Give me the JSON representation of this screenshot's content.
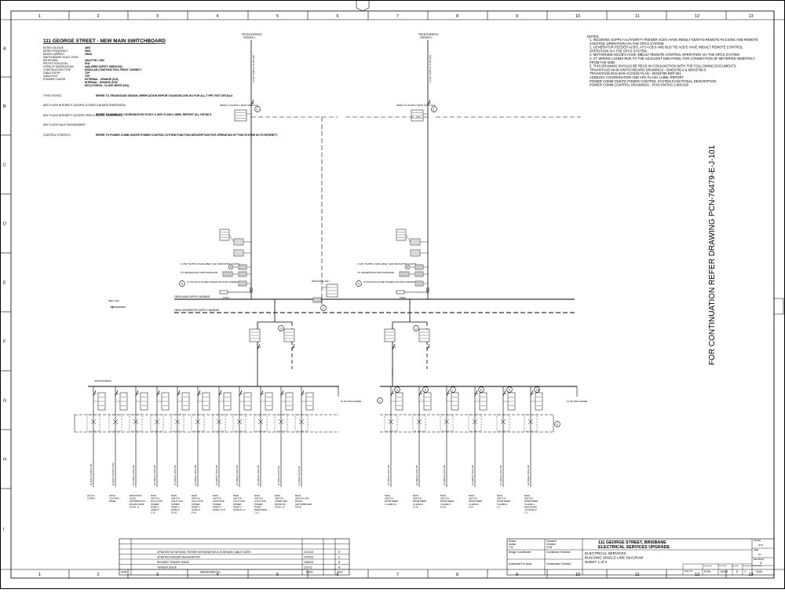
{
  "grid": {
    "columns": [
      "1",
      "2",
      "3",
      "4",
      "5",
      "6",
      "7",
      "8",
      "9",
      "10",
      "11",
      "12",
      "13"
    ],
    "rows": [
      "A",
      "B",
      "C",
      "D",
      "E",
      "F",
      "G",
      "H",
      "I"
    ]
  },
  "header": {
    "title": "111 GEORGE STREET - NEW MAIN SWITCHBOARD",
    "ratings": [
      {
        "label": "RATED VOLTAGE",
        "value": "400V"
      },
      {
        "label": "RATED FREQUENCY",
        "value": "50Hz"
      },
      {
        "label": "RATED CURRENT",
        "value": "2500A"
      },
      {
        "label": "SWITCHBOARD FAULT LEVEL",
        "value": ""
      },
      {
        "label": "WITHSTAND",
        "value": "40kA FOR 1 SEC"
      },
      {
        "label": "PROTECTION LEVEL",
        "value": "IP42"
      },
      {
        "label": "FORM OF SEGREGATION",
        "value": "4a4b (FIRE SAFETY SERVICES)"
      },
      {
        "label": "CONSTRUCTION TYPE",
        "value": "MODULAR CONSTRUCTION, FRONT CONNECT"
      },
      {
        "label": "CABLE ENTRY",
        "value": "TOP"
      },
      {
        "label": "CABLE EXIT",
        "value": "TOP"
      },
      {
        "label": "POWDER COATED",
        "value": "EXTERNAL - ORANGE (X15)"
      },
      {
        "label": "",
        "value": "INTERNAL - ORANGE (X15)"
      },
      {
        "label": "",
        "value": "ESCUTCHEON - GLOSS WHITE (N13)"
      }
    ],
    "type_tested_label": "TYPE TESTED",
    "type_tested_value": "REFER TO TRIVANTAGE DESIGN VERIFICATION REPORT 60403785-DVR-001 FOR ALL TYPE TEST DETAILS",
    "arc_closed_label": "ARC FLASH INTENSITY (DOORS CLOSED & BOARD ENERGISED)",
    "arc_open_label": "ARC FLASH INTENSITY (DOORS OPEN & BOARD ENERGISED)",
    "arc_value": "REFER TO ADDELEC COORDINATION STUDY & ARC FLASH LABEL REPORT ALL DETAILS",
    "arc_boundaries_label": "ARC FLASH FAULT BOUNDARIES",
    "control_label": "CONTROL STRATEGY",
    "control_value": "REFER TO POWER COMM ONSITE POWER CONTROL SYSTEM FUNCTION DESCRIPTION FOR OPERATION OF THIS SYSTEM IN ITS ENTIRETY"
  },
  "notes": {
    "title": "NOTES:",
    "items": [
      "1.   INCOMING SUPPLY AUTHORITY FEEDER ACB'S HAVE INBUILT KENTAN REMOTE RACKING AND REMOTE",
      "      CONTROL OPERATION VIA THE OPCS SYSTEM",
      "2.   GENERATOR FEEDER ACB'S, ATS ACB'S AND BUS TIE ACB'S HAVE INBUILT REMOTE CONTROL",
      "      OPERATION VIA THE OPCS SYSTEM",
      "3.   MOTORISED MCCB'S HAVE INBUILT REMOTE CONTROL OPERATION VIA THE OPCS SYSTEM",
      "4.   CT WIRING LOOMS RUN TO THE ADJACENT EMS PANEL FOR CONNECTION OF METERING REMOTELY",
      "      FROM THE MSB",
      "5.   THIS DRAWING SHOULD BE READ IN CONJUNCTION WITH THE FOLLOWING DOCUMENTS:",
      "          TRIVANTAGE MAIN SWITCHBOARD DRAWINGS - 60403785-0 & 60403786-0",
      "          TRIVANTAGE BUS BAR ACCESS PLAN - 60403785-REP-001",
      "          ADDELEC COORDINATION AND ARC FLASH LABEL REPORT",
      "          POWER COMM ONSITE POWER CONTROL SYSTEM FUNCTIONAL DESCRIPTION",
      "          POWER COMM CONTROL DRAWINGS - PCM-76479-E-J-800-820"
    ]
  },
  "diagram": {
    "from_energex": "FROM ENERGEX",
    "feeder_1": "FEEDER 1",
    "feeder_2": "FEEDER 2",
    "supply_cable": "1C¹⁄₂C 400mm² XLPE SDI",
    "main_switch_1": "2500A TxI SUPPLY MAIN SWITCH 1",
    "main_switch_2": "2500A TxI SUPPLY MAIN SWITCH 2",
    "bus_tie": "2500A BUS-TIE 1",
    "off_supply_led": "2 OFF \"SUPPLY AVAILABLE\" LED INDICATOR LIGHTS",
    "to_generator": "TO GENERATOR SWITCHBOARD",
    "ct_future_pf": "CT'S FOR FUTURE POWER FACTOR CORRECTION",
    "main_busbar": "2500A MAIN SUPPLY BUSBAR",
    "gen_busbar": "2500A GENERATOR SUPPLY BUSBAR",
    "cb_rating": "160kA",
    "mem_note": "MEN LINK",
    "busbar_2500": "2500A BUSBAR",
    "spare": "3x SP 250A SPARE",
    "continuation": "FOR CONTINUATION REFER DRAWING PCN-76479-E-J-101"
  },
  "feeders": [
    {
      "cable": "4C 6mm² PVC/PVC SDI",
      "desc": "24V AC SUPPLY"
    },
    {
      "cable": "4C 6mm² PVC/PVC (NE)",
      "desc": "OPCS CONTROL PANEL"
    },
    {
      "cable": "4C 120mm² XLPE SDI",
      "desc": "DB-B ROOF LEVEL DISTRIBUTION BOARD ROOF LEVEL 11"
    },
    {
      "cable": "4C 185mm² XLPE SDI",
      "desc": "MAIN SWITCH LIGHT AND POWER RISER 1 LEVELS 2-15"
    },
    {
      "cable": "4C 185mm² XLPE SDI",
      "desc": "MAIN SWITCH LIGHT AND POWER RISER 2 LEVELS 16-20"
    },
    {
      "cable": "4C 185mm² XLPE SDI",
      "desc": "MAIN SWITCH LIGHT AND POWER RISER 3 LEVELS 8-14"
    },
    {
      "cable": "4C 185mm² XLPE SDI",
      "desc": "MAIN SWITCH LIGHT AND POWER RISER 4 LEVELS 6-8"
    },
    {
      "cable": "4C 185mm² XLPE SDI",
      "desc": "MAIN SWITCH LIGHT AND POWER RISER 5 LEVELS 1-4"
    },
    {
      "cable": "4C 185mm² XLPE SDI",
      "desc": "MAIN SWITCH LIGHT AND POWER RISER MEZZANINE 1 & 2"
    },
    {
      "cable": "4C 95mm² XLPE SDI",
      "desc": "MAIN SWITCH COMPUTER ROOM NO. LEVEL 14"
    },
    {
      "cable": "4C 95mm² XLPE SDI",
      "desc": "MAIN SWITCH UPS ROOM SWITCHBOARD ROOF"
    },
    {
      "cable": "4C 185mm² XLPE SDI",
      "desc": "MAIN SWITCH MSSB RISER 1 LEVEL 01"
    },
    {
      "cable": "4C 185mm² XLPE SDI",
      "desc": "MAIN SWITCH MSSB RISER 2 LEVELS 21-30"
    },
    {
      "cable": "4C 185mm² XLPE SDI",
      "desc": "MAIN SWITCH MSSB RISER 3 LEVELS 15-20"
    },
    {
      "cable": "4C 185mm² XLPE SDI",
      "desc": "MAIN SWITCH MSSB RISER 4 LEVELS 8-14"
    },
    {
      "cable": "4C 185mm² XLPE SDI",
      "desc": "MAIN SWITCH MSSB RISER 5 LEVELS 1-6"
    },
    {
      "cable": "4C 185mm² XLPE SDI",
      "desc": "MAIN SWITCH MSSB RISER 6 LEVELS MEZZANINE 4 & LEVELS 1-2"
    }
  ],
  "revisions": {
    "rows": [
      {
        "desc": "UPDATED NOTATIONS, FEEDER DESIGNATION & SUB MAIN CABLE SIZES",
        "date": "21/10/22",
        "rev": "D"
      },
      {
        "desc": "UPDATED FEEDER DESIGNATION",
        "date": "27/09/22",
        "rev": "C"
      },
      {
        "desc": "REVISED TENDER ISSUE",
        "date": "16/08/22",
        "rev": "B"
      },
      {
        "desc": "TENDER ISSUE",
        "date": "12/7/22",
        "rev": "A"
      }
    ],
    "header": {
      "drn": "DRN",
      "amendments": "AMENDMENTS",
      "date": "DATE",
      "rev": "REV"
    }
  },
  "titleblock": {
    "drawn": "Drawn",
    "author": "Author",
    "author_init": "TJS",
    "checked": "Checked",
    "checker": "Checker",
    "checker_init": "DTW",
    "design_coord": "Design Coordinated",
    "compliance": "Compliance Checked",
    "authorised": "Authorised For Issue",
    "construction": "Construction Checked",
    "project_line1": "111 GEORGE STREET, BRISBANE",
    "project_line2": "ELECTRICAL SERVICES UPGRADE",
    "drawing_line1": "ELECTRICAL SERVICES",
    "drawing_line2": "BUILDING SINGLE LINE DIAGRAM",
    "drawing_line3": "SHEET 1 of 2",
    "scale_label": "SCALE",
    "scale_value": "NTS",
    "size_label": "SIZE",
    "size_value": "A1",
    "revision_label": "REVISION",
    "revision_value": "D",
    "dwg_no_label": "Dwg. No.",
    "labels_small": [
      "Design Ref",
      "Project Ref",
      "Discipline",
      "Designation",
      "Sub-Number"
    ],
    "dwg_values": [
      "PCM",
      "76479",
      "E",
      "J",
      "0100"
    ]
  }
}
